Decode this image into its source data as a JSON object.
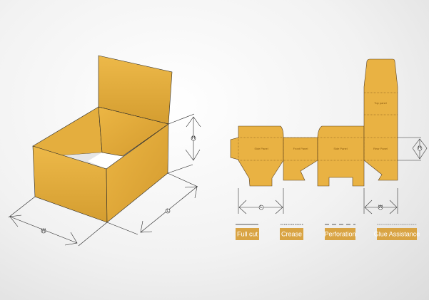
{
  "colors": {
    "board": "#e9b243",
    "board_dark": "#d69f32",
    "legend_bg": "#d9a444",
    "line": "#2a2a2a"
  },
  "box_3d": {
    "dimensions": {
      "width": "W",
      "length": "L",
      "height": "H"
    }
  },
  "net": {
    "panels": [
      "Side Panel",
      "Front Panel",
      "Side Panel",
      "Rear Panel",
      "Top panel"
    ],
    "dimensions": {
      "height": "H",
      "side_width": "L",
      "rear_width": "W"
    }
  },
  "legend": [
    {
      "label": "Full cut",
      "line_style": "solid"
    },
    {
      "label": "Crease",
      "line_style": "dotted"
    },
    {
      "label": "Perforation",
      "line_style": "dashed"
    },
    {
      "label": "Glue Assistance",
      "line_style": "fine-dotted"
    }
  ]
}
